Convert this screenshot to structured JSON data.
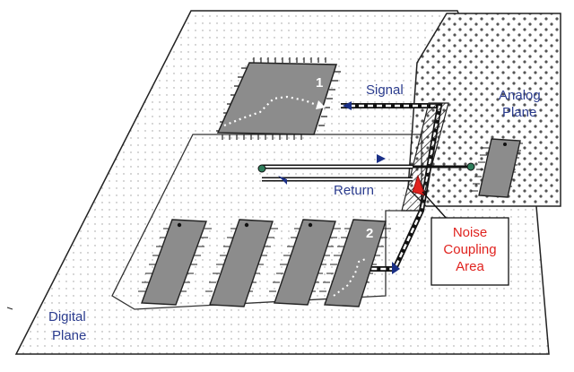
{
  "labels": {
    "chip1_number": "1",
    "chip2_number": "2",
    "signal": "Signal",
    "return": "Return",
    "analog_line1": "Analog",
    "analog_line2": "Plane",
    "digital_line1": "Digital",
    "digital_line2": "Plane",
    "noise_line1": "Noise",
    "noise_line2": "Coupling",
    "noise_line3": "Area"
  },
  "colors": {
    "label_blue": "#2b3c8e",
    "noise_red": "#e0231f",
    "chip_gray": "#8c8c8c",
    "via_green": "#2e7d5b"
  }
}
